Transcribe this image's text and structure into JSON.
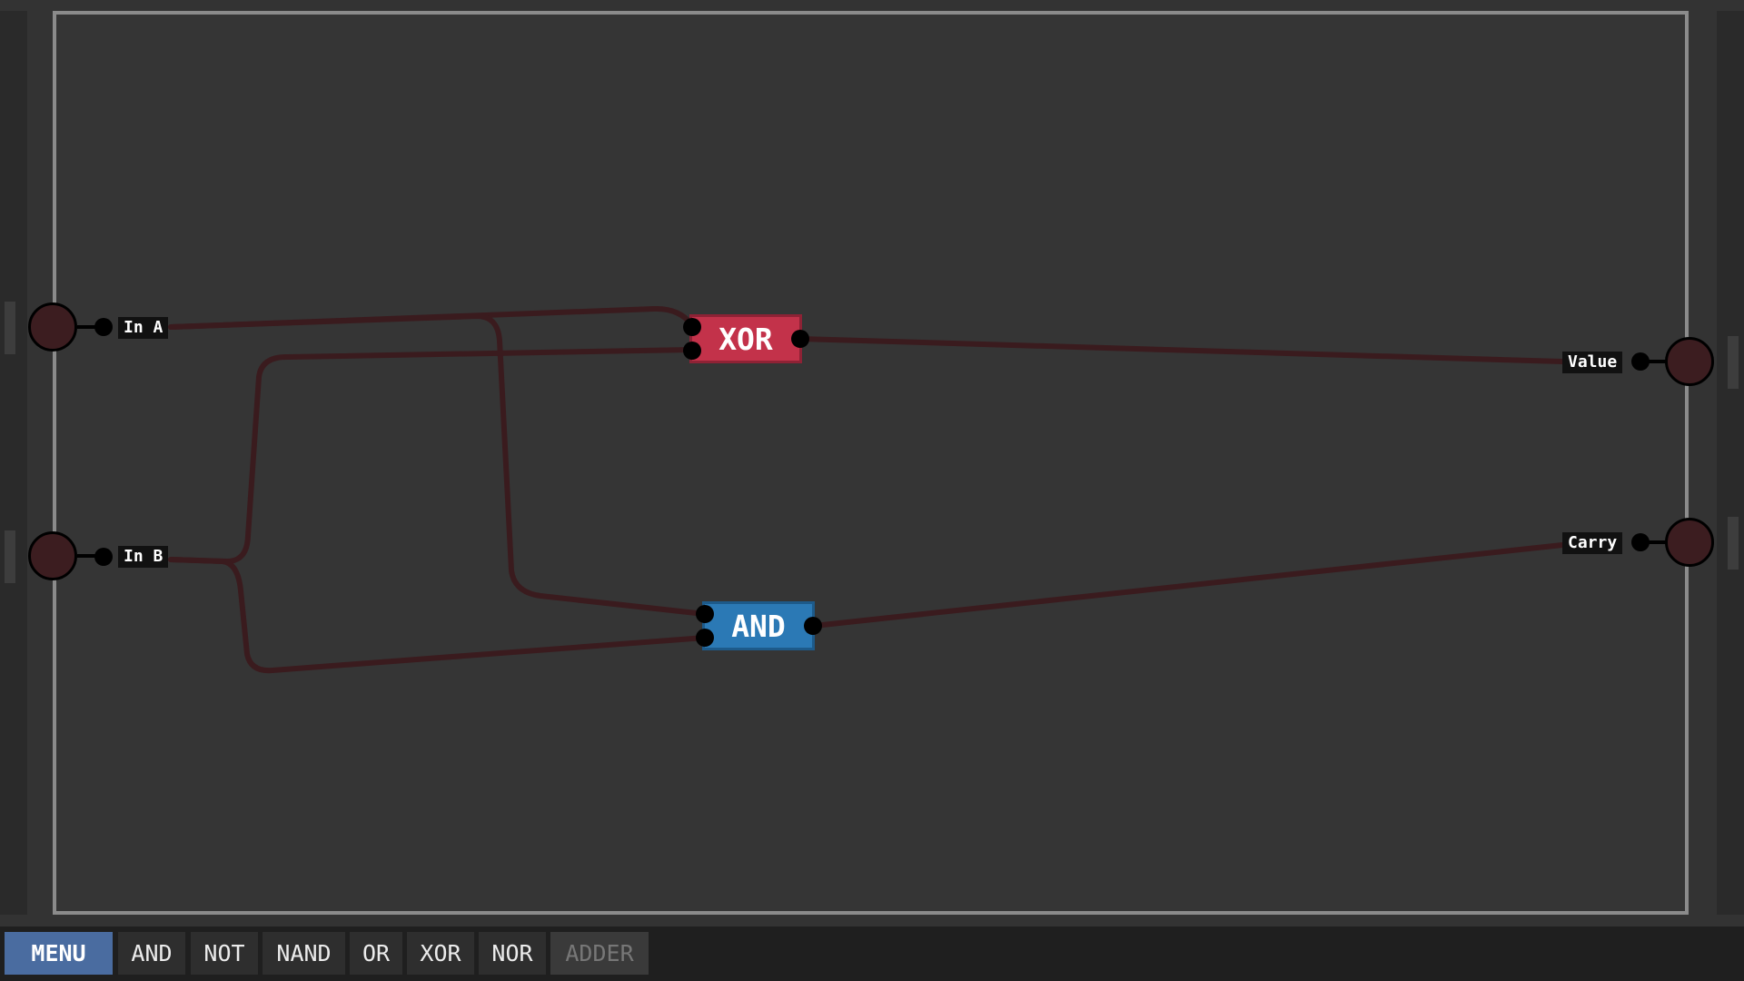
{
  "canvas": {
    "inputs": [
      {
        "label": "In A"
      },
      {
        "label": "In B"
      }
    ],
    "outputs": [
      {
        "label": "Value"
      },
      {
        "label": "Carry"
      }
    ],
    "gates": [
      {
        "type": "XOR",
        "color": "#c3324a"
      },
      {
        "type": "AND",
        "color": "#2b79b5"
      }
    ],
    "wire_color": "#3a1b1e",
    "node_color": "#3c1d20"
  },
  "toolbar": {
    "menu_label": "MENU",
    "gate_buttons": [
      "AND",
      "NOT",
      "NAND",
      "OR",
      "XOR",
      "NOR"
    ],
    "custom_components": [
      {
        "label": "ADDER",
        "enabled": false
      }
    ],
    "menu_color": "#4a6ca0"
  }
}
